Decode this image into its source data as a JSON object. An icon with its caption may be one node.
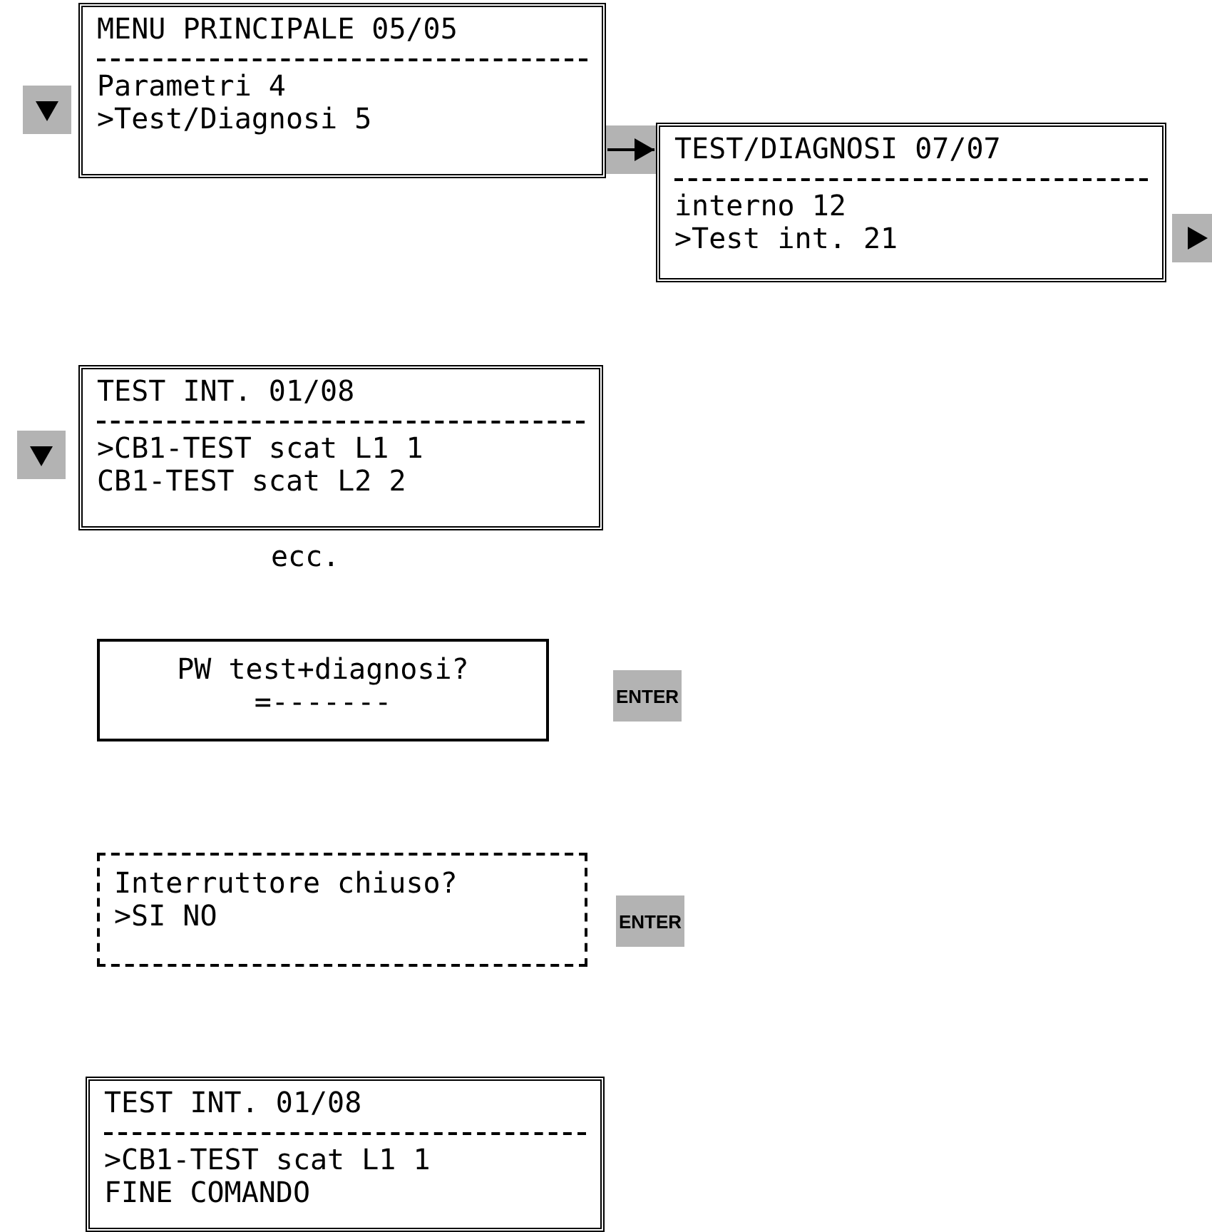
{
  "diagram": {
    "nodes": [
      {
        "text": [
          "MENU PRINCIPALE 05/05",
          "Parametri 4",
          ">Test/Diagnosi 5"
        ]
      },
      {
        "text": [
          "TEST/DIAGNOSI 07/07",
          "interno 12",
          ">Test int. 21"
        ]
      },
      {
        "text": [
          "TEST INT. 01/08",
          ">CB1-TEST scat L1 1",
          "CB1-TEST scat L2 2"
        ]
      },
      {
        "text": [
          "PW test+diagnosi?",
          "=-------"
        ]
      },
      {
        "text": [
          "ENTER"
        ]
      },
      {
        "text": [
          "Interruttore chiuso?",
          ">SI NO"
        ]
      },
      {
        "text": [
          "ENTER"
        ]
      },
      {
        "text": [
          "TEST INT. 01/08",
          ">CB1-TEST scat L1 1",
          "FINE COMANDO"
        ]
      }
    ],
    "edges": [
      {
        "from": 0,
        "to": 1,
        "arrow": "to"
      }
    ],
    "labels": [
      "ecc."
    ]
  }
}
